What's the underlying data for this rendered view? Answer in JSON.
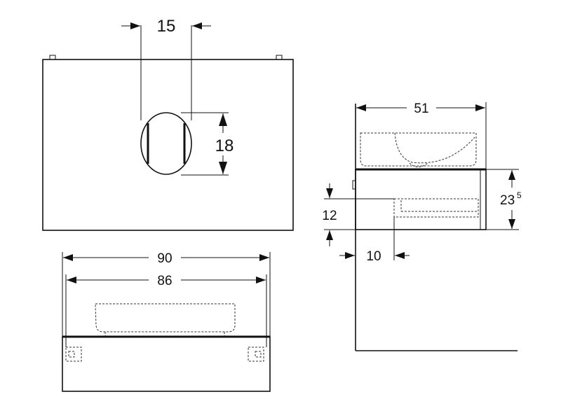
{
  "dimensions": {
    "hole_width": "15",
    "hole_height": "18",
    "overall_width": "90",
    "inner_width": "86",
    "depth": "51",
    "height_main": "23",
    "height_sup": "5",
    "offset_height": "12",
    "offset_depth": "10"
  }
}
